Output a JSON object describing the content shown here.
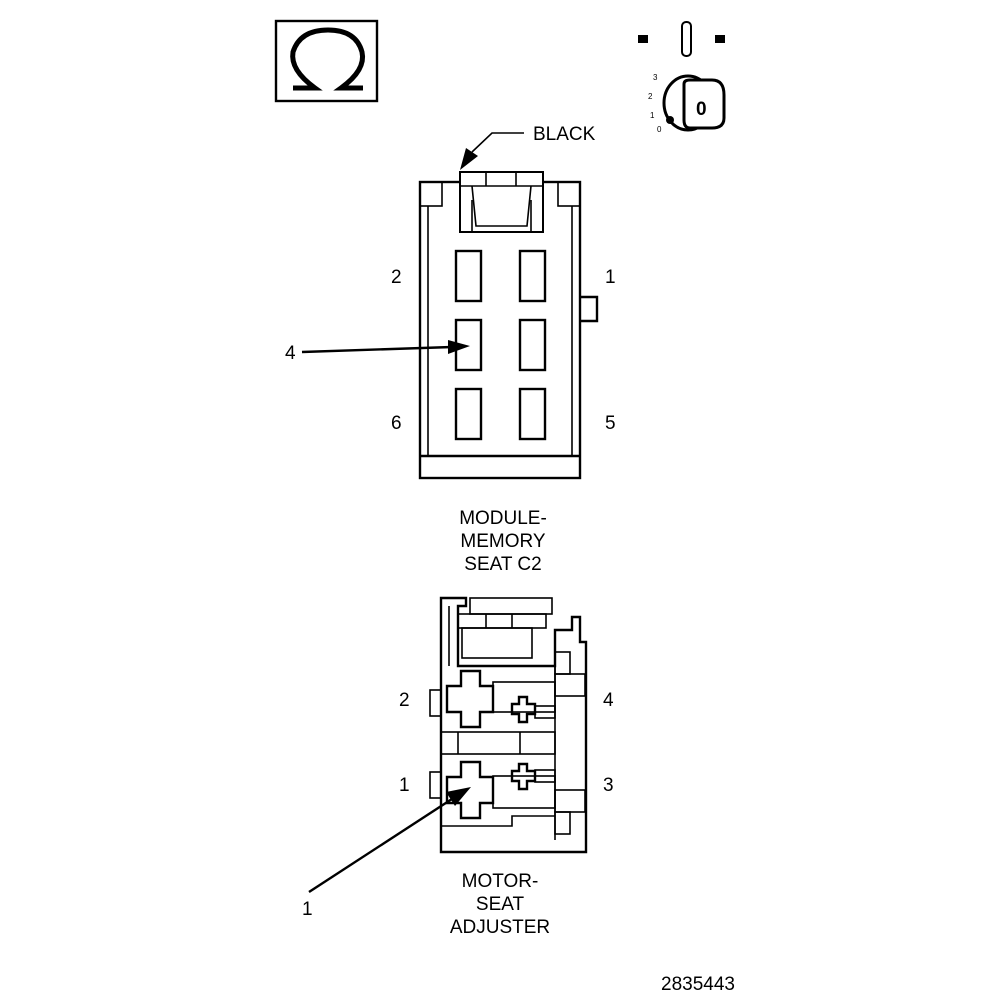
{
  "top_connector": {
    "color_label": "BLACK",
    "pin_labels": {
      "p1": "1",
      "p2": "2",
      "p4": "4",
      "p5": "5",
      "p6": "6"
    },
    "caption": [
      "MODULE-",
      "MEMORY",
      "SEAT C2"
    ]
  },
  "bottom_connector": {
    "pin_labels": {
      "p1": "1",
      "p2": "2",
      "p3": "3",
      "p4": "4",
      "p1_callout": "1"
    },
    "caption": [
      "MOTOR-",
      "SEAT",
      "ADJUSTER"
    ]
  },
  "ignition_key": {
    "scale_marks": [
      "3",
      "2",
      "1",
      "0"
    ],
    "key_label": "0"
  },
  "figure_number": "2835443",
  "icons": [
    "omega-symbol-icon",
    "ignition-key-icon"
  ]
}
